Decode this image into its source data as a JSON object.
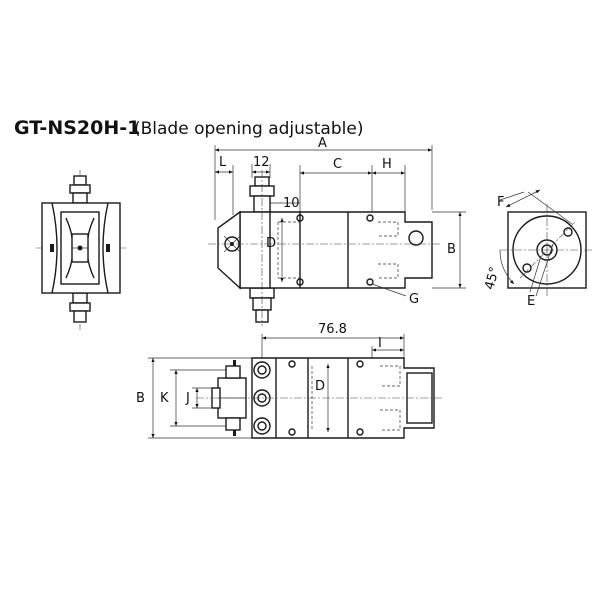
{
  "title": {
    "model": "GT-NS20H-1",
    "note": "(Blade opening adjustable)"
  },
  "dimensions": {
    "A": "A",
    "L": "L",
    "d12": "12",
    "C": "C",
    "H": "H",
    "d10": "10",
    "D": "D",
    "B": "B",
    "G": "G",
    "F": "F",
    "E": "E",
    "angle": "45°",
    "d76_8": "76.8",
    "I": "I",
    "K": "K",
    "J": "J"
  },
  "colors": {
    "line": "#1a1a1a",
    "background": "#ffffff"
  }
}
